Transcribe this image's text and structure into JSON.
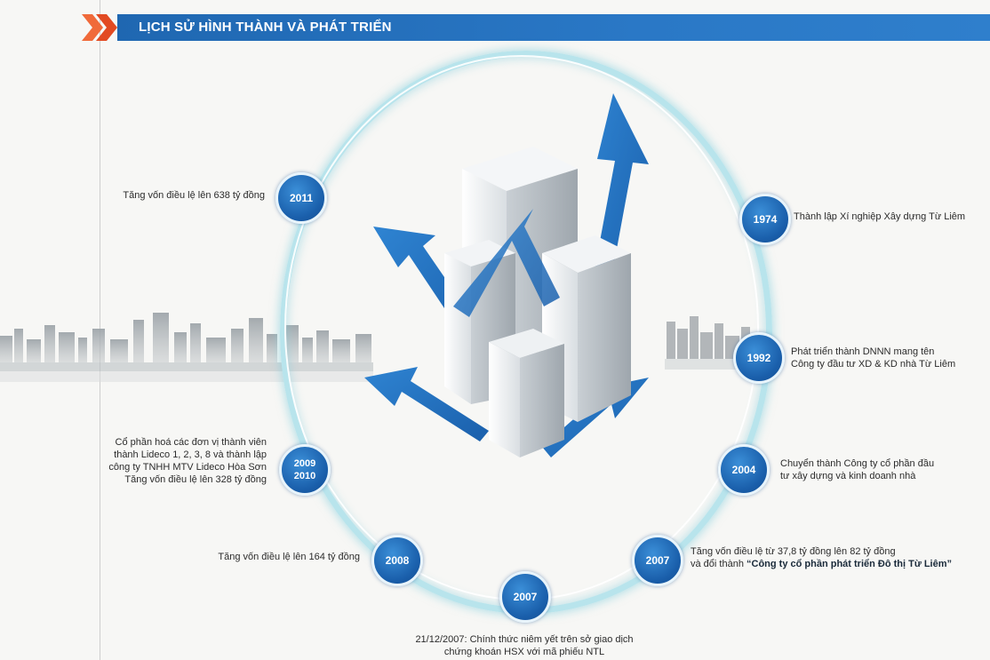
{
  "header": {
    "title": "LỊCH SỬ HÌNH THÀNH VÀ PHÁT TRIỂN"
  },
  "milestones": {
    "m1974": {
      "year": "1974",
      "text": "Thành lập Xí nghiệp Xây dựng Từ Liêm"
    },
    "m1992": {
      "year": "1992",
      "line1": "Phát triển thành DNNN mang tên",
      "line2": "Công ty đầu tư XD & KD nhà Từ Liêm"
    },
    "m2004": {
      "year": "2004",
      "line1": "Chuyển thành Công ty cổ phần đầu",
      "line2": "tư xây dựng và kinh doanh nhà"
    },
    "m2007a": {
      "year": "2007",
      "line1": "Tăng vốn điều lệ từ 37,8 tỷ đồng lên 82 tỷ đồng",
      "line2_prefix": "và đổi thành ",
      "line2_bold": "“Công ty cổ phần phát triển Đô thị Từ Liêm”"
    },
    "m2007b": {
      "year": "2007",
      "line1": "21/12/2007: Chính thức niêm yết trên sở giao dịch",
      "line2": "chứng khoán HSX với mã phiếu NTL"
    },
    "m2008": {
      "year": "2008",
      "text": "Tăng vốn điều lệ lên 164 tỷ đồng"
    },
    "m2009": {
      "year1": "2009",
      "year2": "2010",
      "line1": "Cổ phần hoá các đơn vị thành viên",
      "line2": "thành Lideco 1, 2, 3, 8 và thành lập",
      "line3": "công ty TNHH MTV Lideco Hòa Sơn",
      "line4": "Tăng vốn điều lệ lên 328 tỷ đồng"
    },
    "m2011": {
      "year": "2011",
      "text": "Tăng vốn điều lệ lên 638 tỷ đồng"
    }
  },
  "colors": {
    "accent": "#1f67b1",
    "chevron": "#e8502a",
    "ring": "#b8e4ec",
    "bubble": "#1a5fab"
  }
}
